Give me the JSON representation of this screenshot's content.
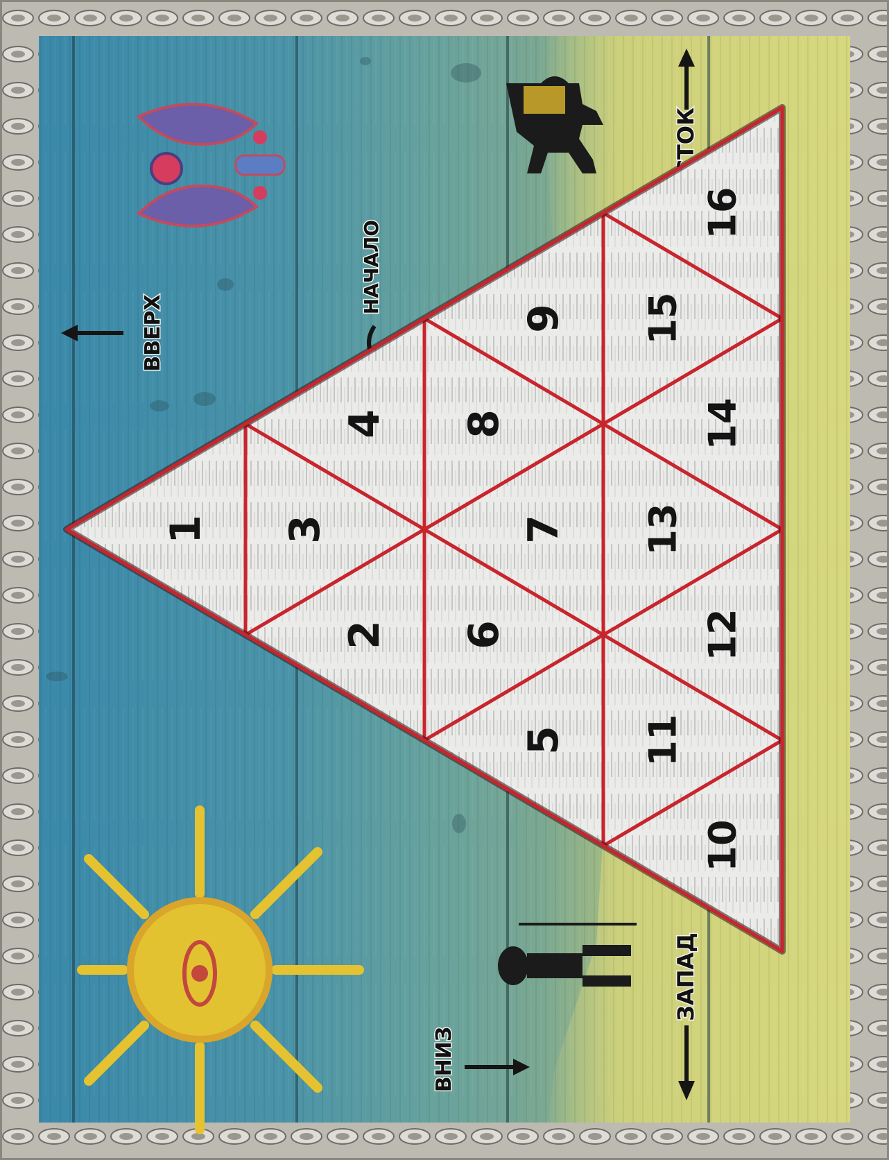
{
  "board": {
    "cells": [
      {
        "id": 1,
        "label": "1"
      },
      {
        "id": 2,
        "label": "2"
      },
      {
        "id": 3,
        "label": "3"
      },
      {
        "id": 4,
        "label": "4"
      },
      {
        "id": 5,
        "label": "5"
      },
      {
        "id": 6,
        "label": "6"
      },
      {
        "id": 7,
        "label": "7"
      },
      {
        "id": 8,
        "label": "8"
      },
      {
        "id": 9,
        "label": "9"
      },
      {
        "id": 10,
        "label": "10"
      },
      {
        "id": 11,
        "label": "11"
      },
      {
        "id": 12,
        "label": "12"
      },
      {
        "id": 13,
        "label": "13"
      },
      {
        "id": 14,
        "label": "14"
      },
      {
        "id": 15,
        "label": "15"
      },
      {
        "id": 16,
        "label": "16"
      }
    ],
    "labels": {
      "up": "ВВЕРХ",
      "start": "НАЧАЛО",
      "east": "ВОСТОК",
      "west": "ЗАПАД",
      "down": "ВНИЗ"
    },
    "colors": {
      "grid_line": "#c8252d",
      "cell_fill": "#ebebea",
      "frame": "#b8b5ad",
      "wood_blue": "#3f8fae",
      "wood_green": "#5e9c95",
      "wood_yellow": "#c9cc73"
    },
    "decorations": [
      "winged-sun-icon",
      "camel-icon",
      "sun-eye-icon",
      "pharaoh-figure-icon"
    ]
  }
}
